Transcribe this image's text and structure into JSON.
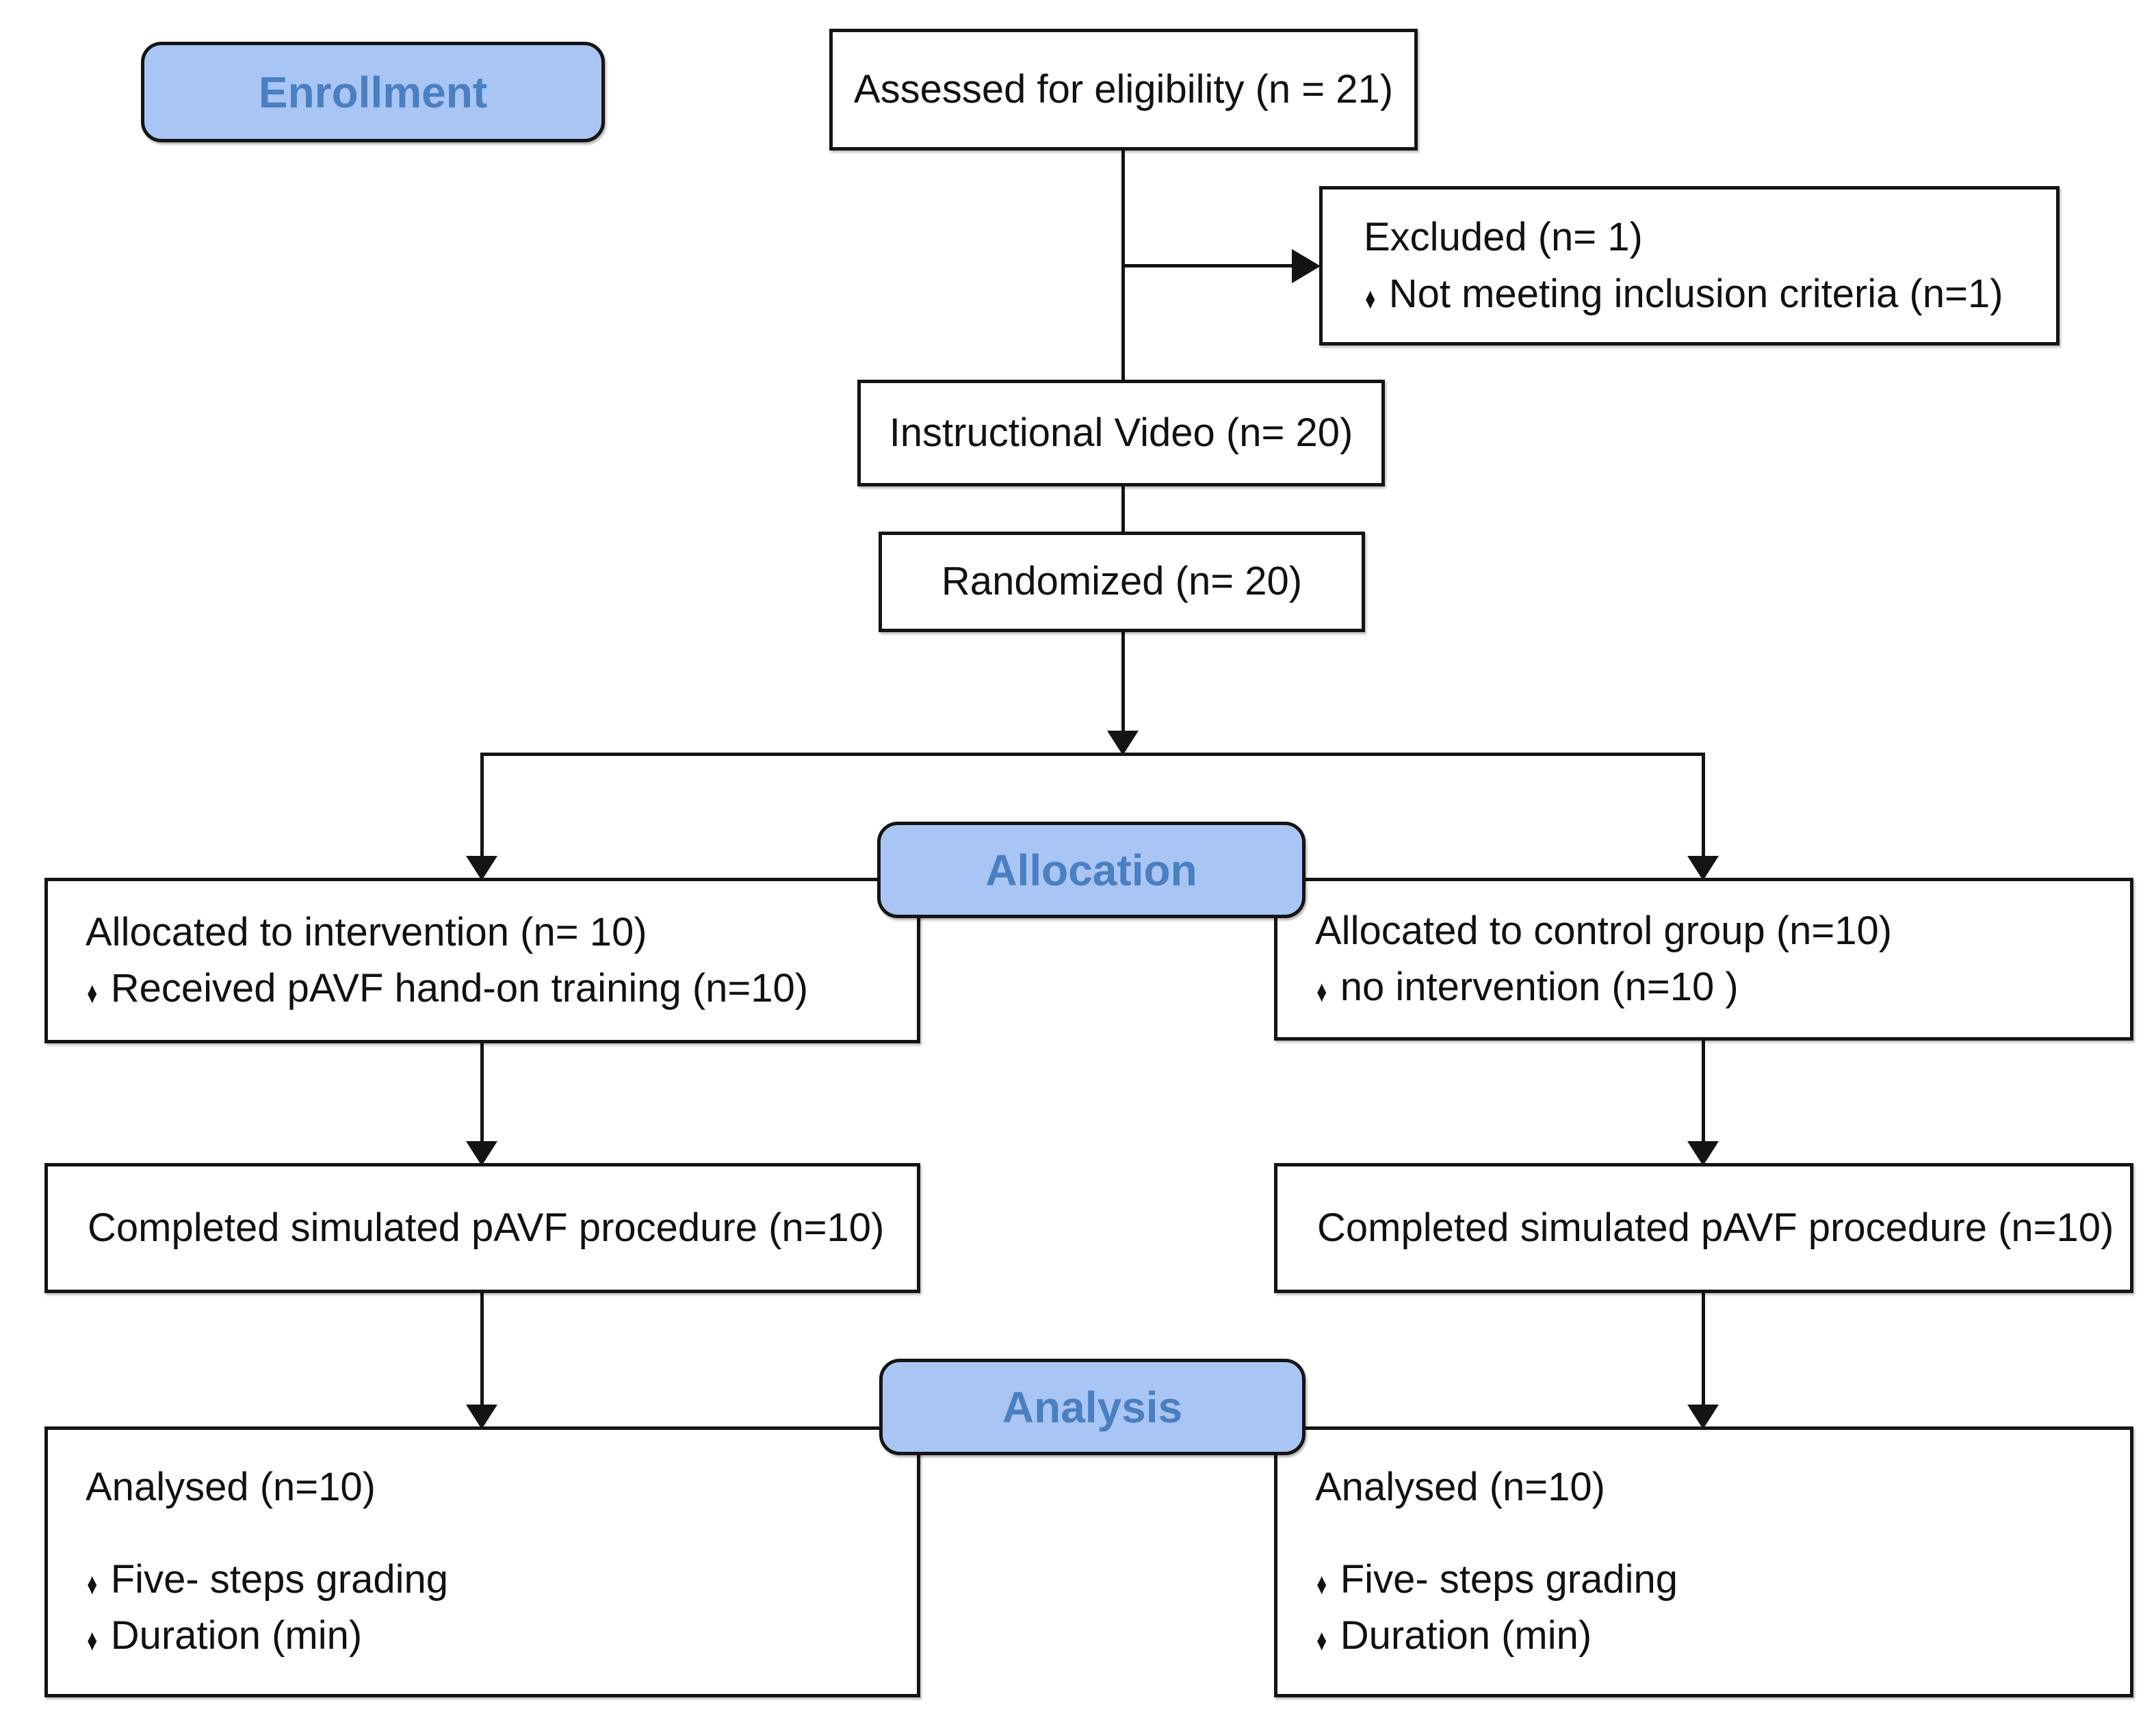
{
  "stage_labels": {
    "enrollment": "Enrollment",
    "allocation": "Allocation",
    "analysis": "Analysis"
  },
  "glyphs": {
    "bullet": "♦"
  },
  "boxes": {
    "assessed": {
      "text": "Assessed for eligibility (n = 21)"
    },
    "excluded": {
      "text": "Excluded (n= 1)",
      "bullets": [
        "Not meeting inclusion criteria (n=1)"
      ]
    },
    "video": {
      "text": "Instructional Video (n= 20)"
    },
    "randomized": {
      "text": "Randomized (n= 20)"
    },
    "alloc_left": {
      "text": "Allocated to intervention (n= 10)",
      "bullets": [
        "Received pAVF hand-on training (n=10)"
      ]
    },
    "alloc_right": {
      "text": "Allocated to control group (n=10)",
      "bullets": [
        "no intervention (n=10 )"
      ]
    },
    "completed_left": {
      "text": "Completed simulated pAVF procedure (n=10)"
    },
    "completed_right": {
      "text": "Completed simulated pAVF procedure (n=10)"
    },
    "analysed_left": {
      "text": "Analysed (n=10)",
      "bullets": [
        "Five- steps grading",
        "Duration (min)"
      ]
    },
    "analysed_right": {
      "text": "Analysed (n=10)",
      "bullets": [
        "Five- steps grading",
        "Duration (min)"
      ]
    }
  },
  "colors": {
    "tab_fill": "#a9c5f3",
    "tab_text": "#4a7fc1",
    "box_fill": "#ffffff",
    "line": "#141414"
  }
}
